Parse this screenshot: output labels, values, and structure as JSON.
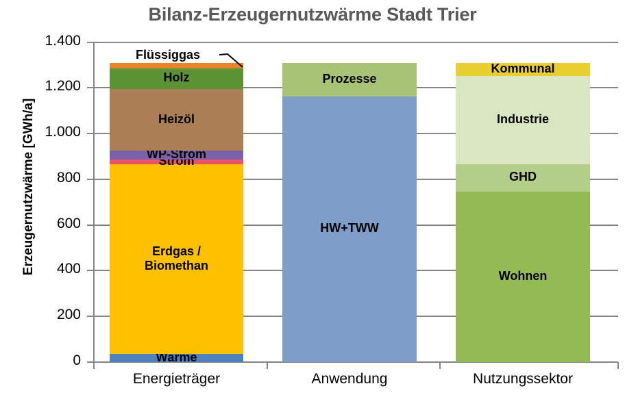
{
  "chart_data": {
    "type": "bar",
    "subtype": "stacked-column",
    "title": "Bilanz-Erzeugernutzwärme Stadt Trier",
    "xlabel": "",
    "ylabel": "Erzeugernutzwärme [GWh/a]",
    "ylim": [
      0,
      1400
    ],
    "ytick_step": 200,
    "ytick_labels": [
      "1.400",
      "1.200",
      "1.000",
      "800",
      "600",
      "400",
      "200",
      "0"
    ],
    "ytick_values": [
      1400,
      1200,
      1000,
      800,
      600,
      400,
      200,
      0
    ],
    "grid": true,
    "legend": "none (segments labelled in place)",
    "categories": [
      "Energieträger",
      "Anwendung",
      "Nutzungssektor"
    ],
    "columns": [
      {
        "category": "Energieträger",
        "total": 1308,
        "segments": [
          {
            "label": "Wärme",
            "value": 35,
            "color": "#4F81BD",
            "label_visible": true,
            "label_color": "#000000"
          },
          {
            "label": "Erdgas /\nBiomethan",
            "value": 830,
            "color": "#FFC000",
            "label_visible": true,
            "label_color": "#000000"
          },
          {
            "label": "Strom",
            "value": 20,
            "color": "#E8536A",
            "label_visible": true,
            "label_color": "#000000"
          },
          {
            "label": "WP-Strom",
            "value": 40,
            "color": "#7B62A8",
            "label_visible": true,
            "label_color": "#000000"
          },
          {
            "label": "Heizöl",
            "value": 270,
            "color": "#AB7E55",
            "label_visible": true,
            "label_color": "#000000"
          },
          {
            "label": "Holz",
            "value": 90,
            "color": "#5B9234",
            "label_visible": true,
            "label_color": "#000000"
          },
          {
            "label": "Flüssiggas",
            "value": 23,
            "color": "#E8842A",
            "label_visible": false,
            "label_color": "#000000"
          }
        ]
      },
      {
        "category": "Anwendung",
        "total": 1308,
        "segments": [
          {
            "label": "HW+TWW",
            "value": 1163,
            "color": "#7E9EC9",
            "label_visible": true,
            "label_color": "#000000"
          },
          {
            "label": "Prozesse",
            "value": 145,
            "color": "#A8C375",
            "label_visible": true,
            "label_color": "#000000"
          }
        ]
      },
      {
        "category": "Nutzungssektor",
        "total": 1308,
        "segments": [
          {
            "label": "Wohnen",
            "value": 747,
            "color": "#93BA54",
            "label_visible": true,
            "label_color": "#000000"
          },
          {
            "label": "GHD",
            "value": 118,
            "color": "#B2CE88",
            "label_visible": true,
            "label_color": "#000000"
          },
          {
            "label": "Industrie",
            "value": 387,
            "color": "#DAE5C2",
            "label_visible": true,
            "label_color": "#000000"
          },
          {
            "label": "Kommunal",
            "value": 56,
            "color": "#E8CE2F",
            "label_visible": true,
            "label_color": "#000000"
          }
        ]
      }
    ],
    "callouts": [
      {
        "label": "Flüssiggas",
        "target_series": "Flüssiggas",
        "target_column": "Energieträger"
      }
    ]
  },
  "colors": {
    "title": "#595959",
    "axis": "#868686",
    "gridline": "#868686",
    "text": "#000000",
    "background": "#FFFFFF"
  }
}
